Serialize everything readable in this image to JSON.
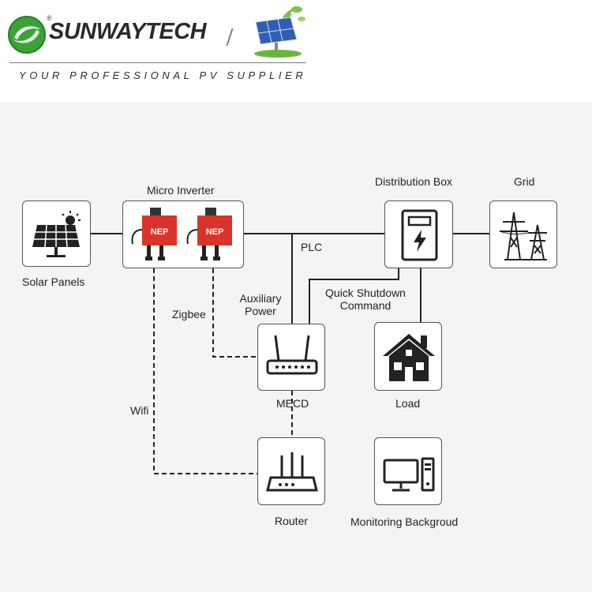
{
  "header": {
    "brand": "SUNWAYTECH",
    "registered_mark": "®",
    "tagline": "YOUR PROFESSIONAL PV SUPPLIER"
  },
  "colors": {
    "logo_green": "#3aa335",
    "inverter_red": "#d9342b",
    "diagram_bg": "#f4f4f4",
    "line": "#222222"
  },
  "nodes": {
    "solar_panels": "Solar Panels",
    "micro_inverter": "Micro Inverter",
    "inverter_brand": "NEP",
    "distribution_box": "Distribution Box",
    "grid": "Grid",
    "mecd": "MECD",
    "load": "Load",
    "router": "Router",
    "monitoring": "Monitoring Backgroud"
  },
  "links": {
    "plc": "PLC",
    "zigbee": "Zigbee",
    "wifi": "Wifi",
    "auxiliary_power_1": "Auxiliary",
    "auxiliary_power_2": "Power",
    "quick_shutdown_1": "Quick Shutdown",
    "quick_shutdown_2": "Command"
  },
  "icons": [
    "sunwaytech-logo-icon",
    "solar-panel-sprout-icon",
    "solar-panel-icon",
    "micro-inverter-icon",
    "distribution-box-icon",
    "transmission-tower-icon",
    "router-icon",
    "house-icon",
    "monitor-computer-icon"
  ]
}
